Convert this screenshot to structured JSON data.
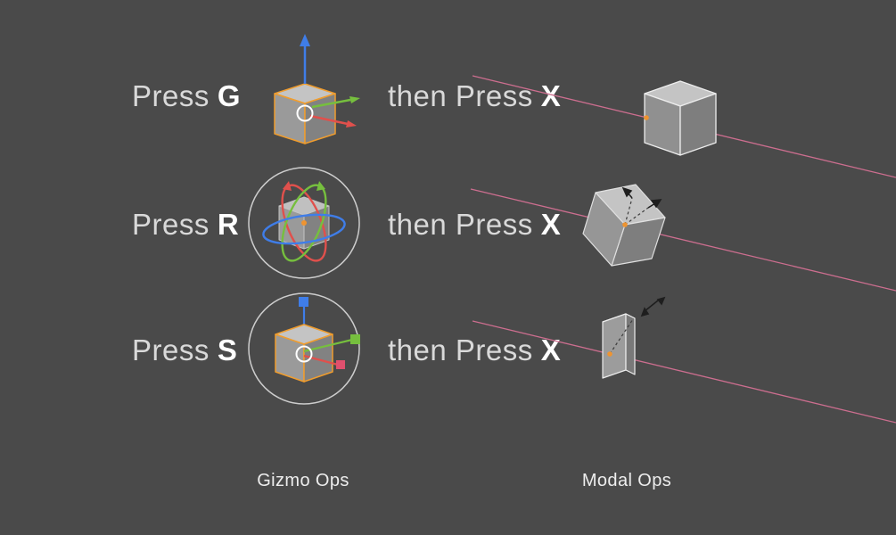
{
  "background_color": "#4a4a4a",
  "colors": {
    "label_text": "#d9d9d9",
    "key_text": "#ffffff",
    "axis_x_red": "#e0504c",
    "axis_y_green": "#76bf3e",
    "axis_z_blue": "#3f7de8",
    "gizmo_outline_orange": "#f09d2e",
    "origin_dot_orange": "#ef9430",
    "constraint_line_pink": "#cc6e8f",
    "cube_top": "#c4c4c4",
    "cube_left": "#969696",
    "cube_right": "#7e7e7e"
  },
  "rows": [
    {
      "press_label": "Press",
      "key": "G",
      "then_label": "then Press",
      "then_key": "X",
      "gizmo_icon": "translate-gizmo",
      "result_icon": "cube-translated-along-x-axis"
    },
    {
      "press_label": "Press",
      "key": "R",
      "then_label": "then Press",
      "then_key": "X",
      "gizmo_icon": "rotate-gizmo",
      "result_icon": "cube-rotated-around-x-axis"
    },
    {
      "press_label": "Press",
      "key": "S",
      "then_label": "then Press",
      "then_key": "X",
      "gizmo_icon": "scale-gizmo",
      "result_icon": "cube-scaled-along-x-axis"
    }
  ],
  "footer": {
    "gizmo_label": "Gizmo Ops",
    "modal_label": "Modal Ops"
  }
}
